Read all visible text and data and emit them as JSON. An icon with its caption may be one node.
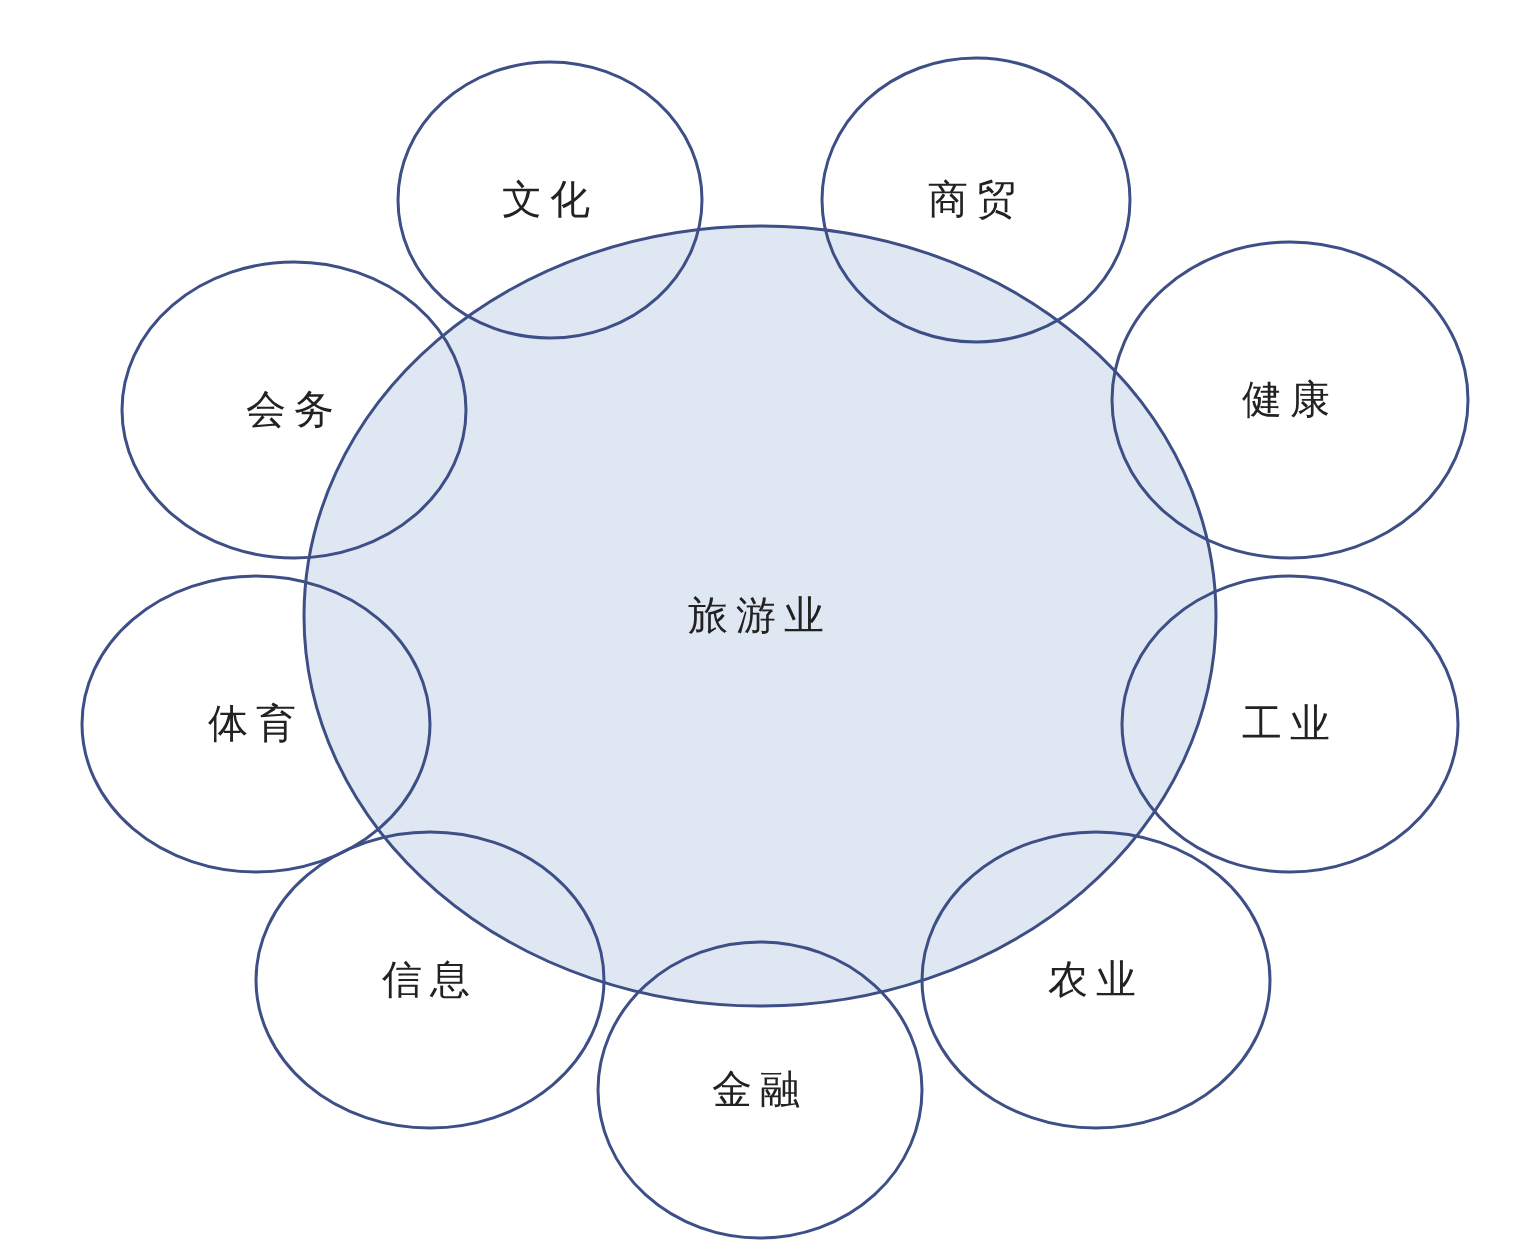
{
  "diagram": {
    "nodes": [
      {
        "text": [
          "旅游业"
        ]
      },
      {
        "text": [
          "文化"
        ]
      },
      {
        "text": [
          "商贸"
        ]
      },
      {
        "text": [
          "健康"
        ]
      },
      {
        "text": [
          "工业"
        ]
      },
      {
        "text": [
          "农业"
        ]
      },
      {
        "text": [
          "金融"
        ]
      },
      {
        "text": [
          "信息"
        ]
      },
      {
        "text": [
          "体育"
        ]
      },
      {
        "text": [
          "会务"
        ]
      }
    ]
  }
}
